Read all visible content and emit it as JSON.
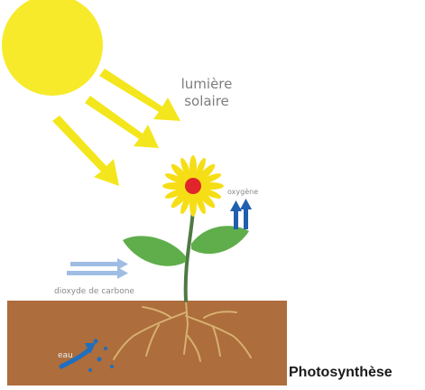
{
  "labels": {
    "sunlight_line1": "lumière",
    "sunlight_line2": "solaire",
    "oxygen": "oxygène",
    "carbon_dioxide": "dioxyde de carbone",
    "water": "eau",
    "caption": "Photosynthèse"
  },
  "colors": {
    "sun": "#f7ea2a",
    "sun_rays": "#f3e61c",
    "soil": "#ad6d3c",
    "plant_stem": "#4f7a43",
    "leaf": "#5fae4b",
    "flower_petals": "#f6de16",
    "flower_center": "#e0262a",
    "roots": "#d7b070",
    "oxygen_arrows": "#1f5fae",
    "co2_arrows": "#9fbde4",
    "water_arrow": "#1f6fbf"
  },
  "icons": [
    "sun-icon",
    "sunlight-arrow-icon",
    "flower-icon",
    "oxygen-arrow-icon",
    "co2-arrow-icon",
    "water-arrow-icon"
  ]
}
